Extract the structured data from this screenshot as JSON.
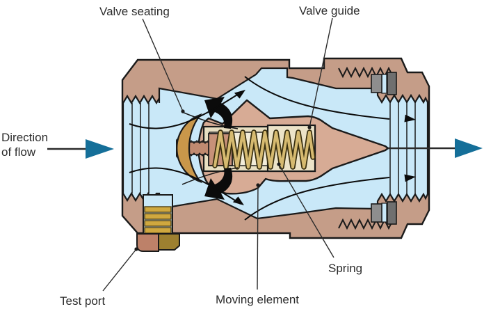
{
  "diagram": {
    "title_implied": "Cutaway diagram of a spring-loaded in-line check valve",
    "labels": {
      "valve_seating": "Valve seating",
      "valve_guide": "Valve guide",
      "direction_line1": "Direction",
      "direction_line2": "of flow",
      "test_port": "Test port",
      "moving_element": "Moving element",
      "spring": "Spring"
    },
    "icons": {
      "flow_arrow_left": "solid teal arrow pointing right into valve inlet",
      "flow_arrow_right": "solid teal arrow pointing right out of valve outlet",
      "internal_flow_arrows": "thin black curved arrows showing flow path",
      "deflection_arrows": "thick black curved arrows around valve disc"
    },
    "colors": {
      "accent_teal": "#156f99",
      "body_tan": "#c59d88",
      "moving_element_tan": "#d7ab95",
      "fluid_blue": "#c9e8f8",
      "spring_gold": "#d6ba70",
      "disc_gold": "#c9974a",
      "housing_cream": "#e8dfc2",
      "bore_cream": "#f2ecd9",
      "copper": "#bd8169",
      "brass": "#9d8030",
      "thread_gold": "#cfa83f",
      "seal_gray": "#8e8e8e",
      "outline": "#1a1a1a",
      "label_text": "#2b2b2b"
    }
  }
}
